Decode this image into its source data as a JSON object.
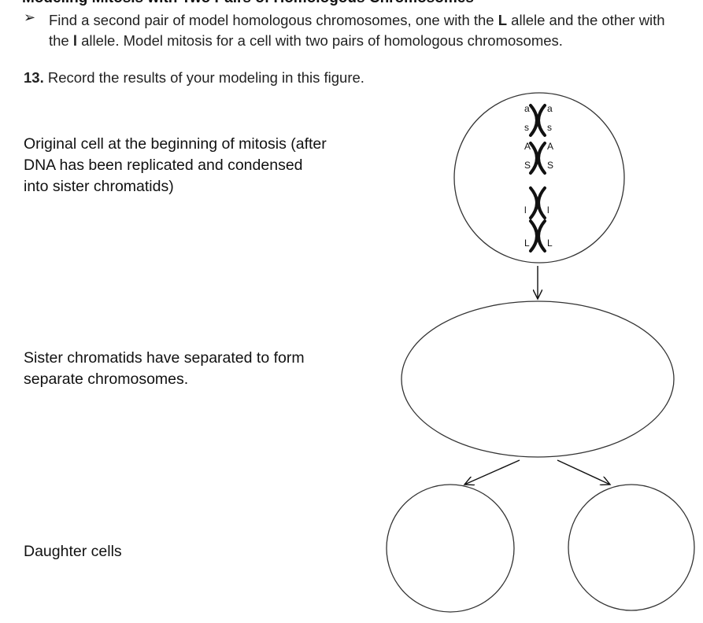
{
  "heading": "Modeling Mitosis with Two Pairs of Homologous Chromosomes",
  "instruction": {
    "bullet": "➢",
    "parts": [
      "Find a second pair of model homologous chromosomes, one with the ",
      "L",
      " allele and the other with the ",
      "l",
      " allele. Model mitosis for a cell with two pairs of homologous chromosomes."
    ]
  },
  "question": {
    "number": "13.",
    "text": " Record the results of your modeling in this figure."
  },
  "labels": {
    "original": [
      "Original cell at the beginning of mitosis (after",
      "DNA has been replicated and condensed",
      "into sister chromatids)"
    ],
    "separated": [
      "Sister chromatids have separated to form",
      "separate chromosomes."
    ],
    "daughter": [
      "Daughter cells"
    ]
  },
  "chromosomes": [
    {
      "left_top": "a",
      "right_top": "a",
      "left_bottom": "s",
      "right_bottom": "s"
    },
    {
      "left_top": "A",
      "right_top": "A",
      "left_bottom": "S",
      "right_bottom": "S"
    },
    {
      "left_top": "",
      "right_top": "",
      "left_bottom": "l",
      "right_bottom": "l"
    },
    {
      "left_top": "",
      "right_top": "",
      "left_bottom": "L",
      "right_bottom": "L"
    }
  ]
}
